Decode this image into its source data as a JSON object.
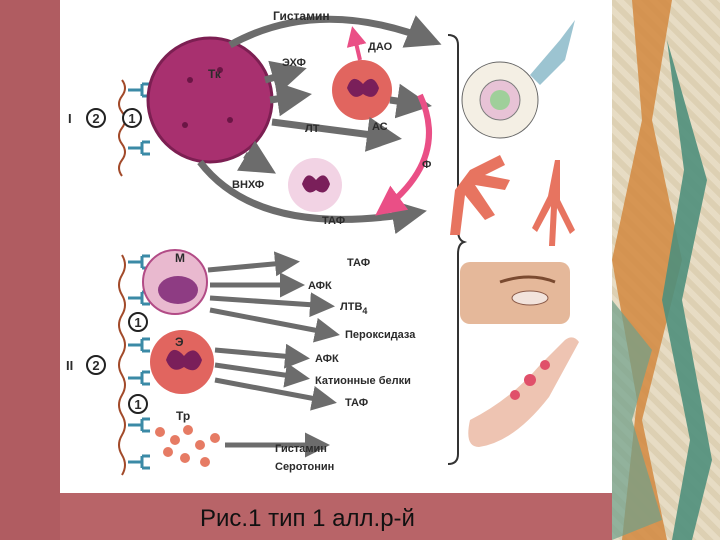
{
  "caption": "Рис.1 тип 1 алл.р-й",
  "diagram": {
    "phase_labels": {
      "phase_1": "I",
      "phase_2": "II"
    },
    "step_numbers": {
      "one": "1",
      "two": "2"
    },
    "cells": {
      "mast_cell": "Тк",
      "monocyte": "М",
      "eosinophil": "Э",
      "platelet": "Тр"
    },
    "top_mediators": {
      "histamine": "Гистамин",
      "dao": "ДАО",
      "ecf": "ЭХФ",
      "lt": "ЛТ",
      "as": "АС",
      "f": "Ф",
      "vnhf": "ВНХФ",
      "taf": "ТАФ"
    },
    "lower_mediators": {
      "taf": "ТАФ",
      "afk_monocyte": "АФК",
      "ltb4": "ЛТВ",
      "ltb4_sub": "4",
      "peroxidase": "Пероксидаза",
      "afk_eosinophil": "АФК",
      "cationic_proteins": "Катионные белки",
      "taf_eosinophil": "ТАФ",
      "histamine_platelet": "Гистамин",
      "serotonin": "Серотонин"
    },
    "colors": {
      "mast_cell": "#a8306f",
      "neutrophil_cytoplasm": "#e1655f",
      "neutrophil_nucleus": "#7a1f5a",
      "monocyte_cytoplasm": "#e9b9cf",
      "monocyte_nucleus": "#8e3c83",
      "arrow": "#6c6c6c",
      "pink_arrow": "#ea4f86"
    }
  }
}
